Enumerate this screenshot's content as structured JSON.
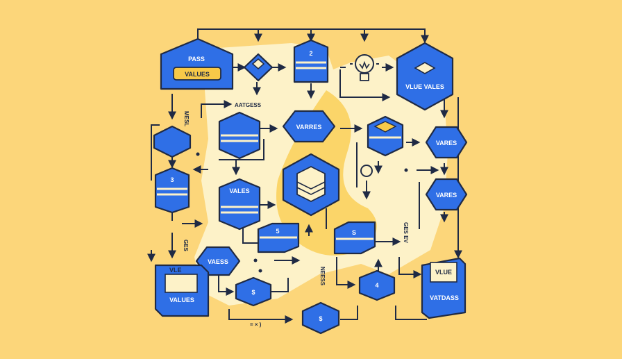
{
  "colors": {
    "background": "#fcd67a",
    "panel": "#fdf2c8",
    "node_blue": "#2f6fe6",
    "node_blue_dark": "#2457c2",
    "outline": "#1f2a44",
    "label_yellow": "#f7c948"
  },
  "nodes": {
    "pass": {
      "title": "PASS",
      "label": "VALUES"
    },
    "top_stack": {
      "label": "2"
    },
    "lightbulb": {
      "icon": "lightbulb-icon"
    },
    "vlue_vales": {
      "label": "VLUE VALES"
    },
    "varres_center_top": {
      "label": "VARRES"
    },
    "vares_right_1": {
      "label": "VARES"
    },
    "vares_right_2": {
      "label": "VARES"
    },
    "vales_mid_left": {
      "label": "VALES"
    },
    "stack_left_3": {
      "label": "3"
    },
    "mini_stack_5": {
      "label": "5"
    },
    "mini_stack_s": {
      "label": "S"
    },
    "vaess": {
      "label": "VAESS"
    },
    "vle_values": {
      "title": "VLE",
      "label": "VALUES"
    },
    "dollar_left": {
      "label": "$"
    },
    "dollar_bottom": {
      "label": "$"
    },
    "stack_4": {
      "label": "4"
    },
    "vlue_vatdass": {
      "title": "VLUE",
      "label": "VATDASS"
    },
    "center_cube": {
      "icon": "cube-stack-icon"
    },
    "left_small_cube": {
      "label": ""
    },
    "yellow_cube": {
      "label": ""
    }
  },
  "side_labels": {
    "aatgess": "AATGESS",
    "mesl": "MESL",
    "neess": "NEESS",
    "gesev": "GES EV",
    "gesh": "GES",
    "mex": "= × )"
  }
}
